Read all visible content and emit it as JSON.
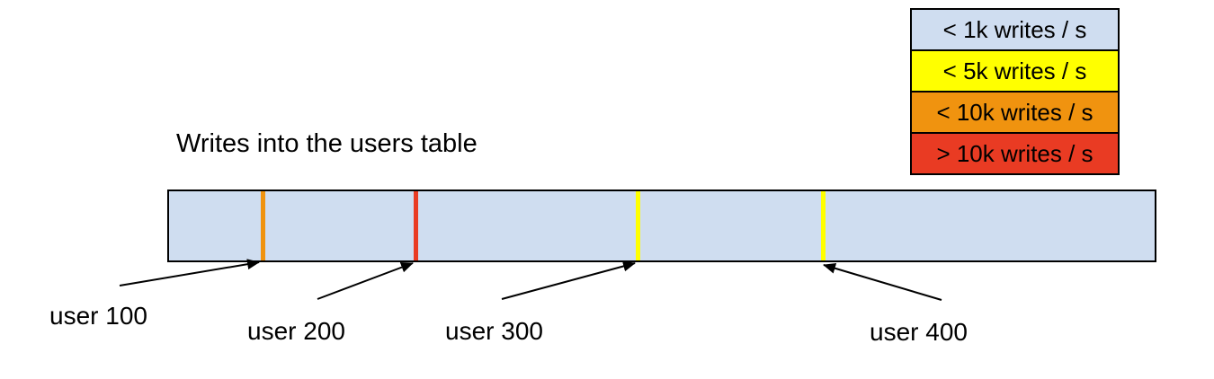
{
  "title": "Writes into the users table",
  "colors": {
    "background": "#ffffff",
    "outline": "#000000",
    "low_blue": "#cfddf0",
    "medium_yellow": "#ffff00",
    "high_orange": "#f0930f",
    "critical_red": "#e93b23"
  },
  "legend": {
    "items": [
      {
        "label": "< 1k writes / s",
        "color": "#cfddf0"
      },
      {
        "label": "< 5k writes / s",
        "color": "#ffff00"
      },
      {
        "label": "< 10k writes / s",
        "color": "#f0930f"
      },
      {
        "label": "> 10k writes / s",
        "color": "#e93b23"
      }
    ]
  },
  "bar": {
    "fill": "#cfddf0",
    "stripes": [
      {
        "user": "user 100",
        "color": "#f0930f",
        "category": "< 10k writes / s"
      },
      {
        "user": "user 200",
        "color": "#e93b23",
        "category": "> 10k writes / s"
      },
      {
        "user": "user 300",
        "color": "#ffff00",
        "category": "< 5k writes / s"
      },
      {
        "user": "user 400",
        "color": "#ffff00",
        "category": "< 5k writes / s"
      }
    ]
  }
}
